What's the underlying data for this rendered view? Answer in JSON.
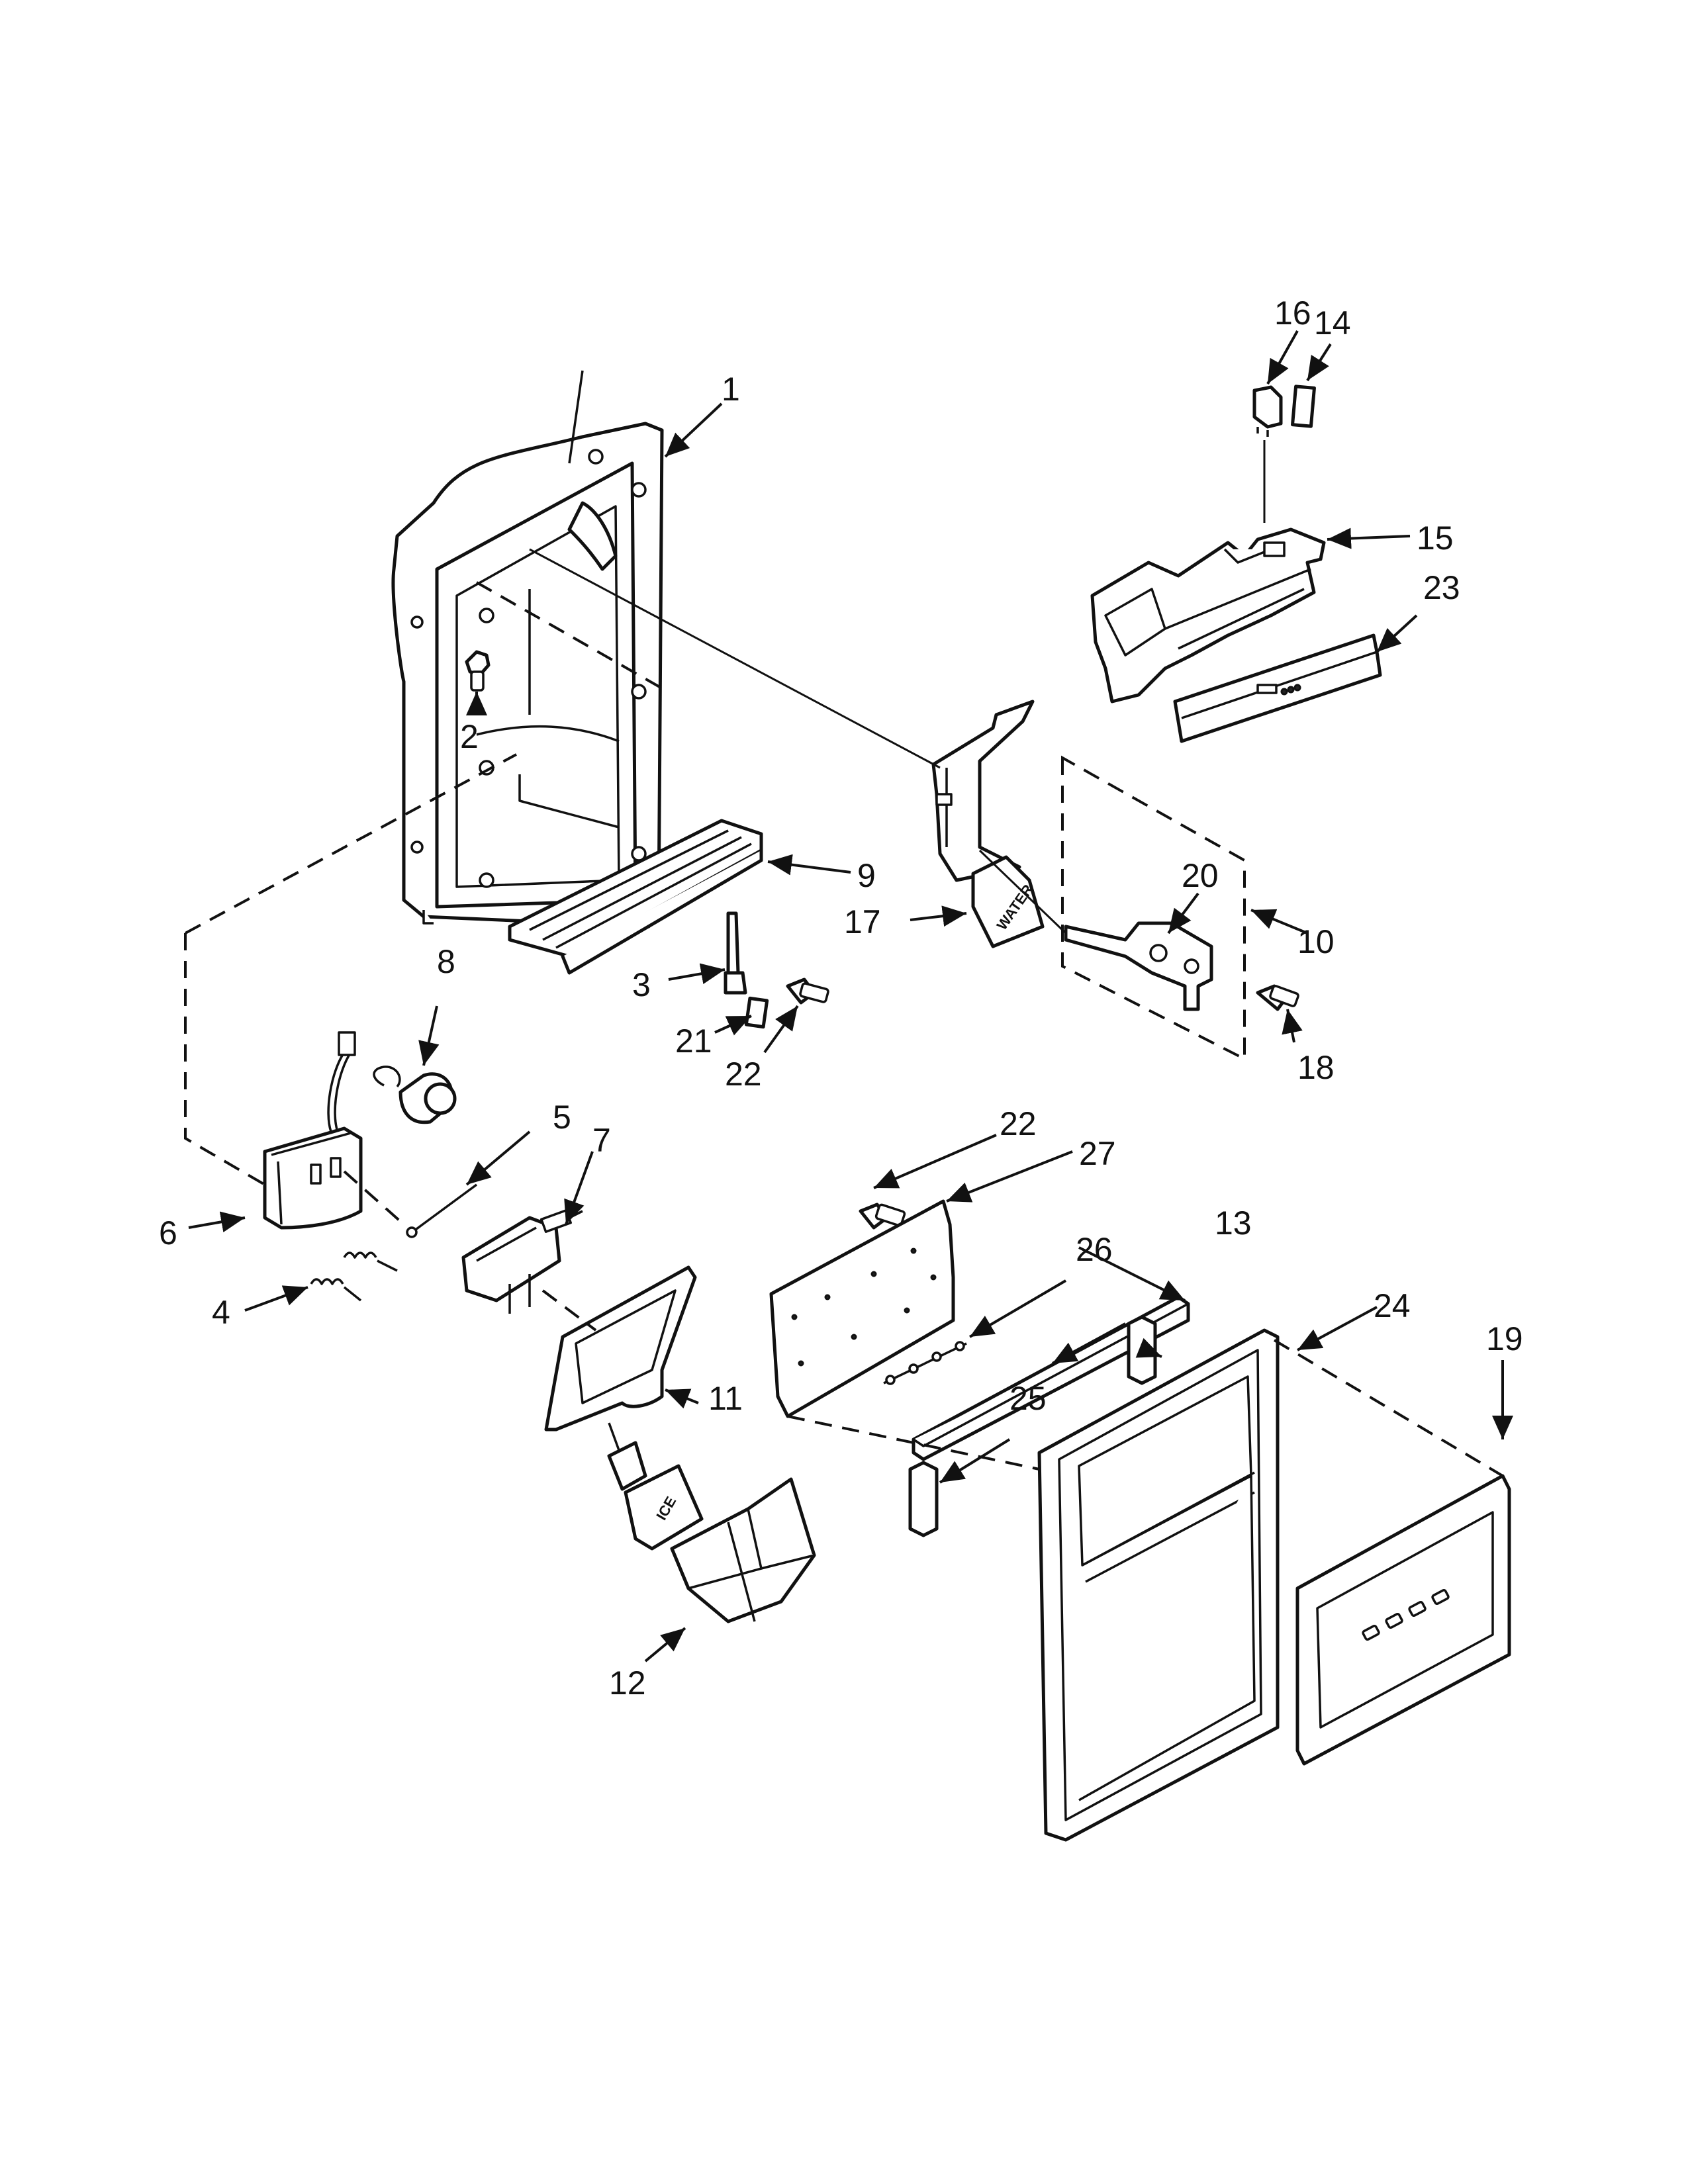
{
  "diagram": {
    "type": "exploded-parts-diagram",
    "callouts": [
      {
        "id": "c1",
        "label": "1"
      },
      {
        "id": "c2",
        "label": "2"
      },
      {
        "id": "c3",
        "label": "3"
      },
      {
        "id": "c4",
        "label": "4"
      },
      {
        "id": "c5",
        "label": "5"
      },
      {
        "id": "c6",
        "label": "6"
      },
      {
        "id": "c7",
        "label": "7"
      },
      {
        "id": "c8",
        "label": "8"
      },
      {
        "id": "c9",
        "label": "9"
      },
      {
        "id": "c10",
        "label": "10"
      },
      {
        "id": "c11",
        "label": "11"
      },
      {
        "id": "c12",
        "label": "12"
      },
      {
        "id": "c13",
        "label": "13"
      },
      {
        "id": "c14",
        "label": "14"
      },
      {
        "id": "c15",
        "label": "15"
      },
      {
        "id": "c16",
        "label": "16"
      },
      {
        "id": "c17",
        "label": "17"
      },
      {
        "id": "c18",
        "label": "18"
      },
      {
        "id": "c19",
        "label": "19"
      },
      {
        "id": "c20",
        "label": "20"
      },
      {
        "id": "c21",
        "label": "21"
      },
      {
        "id": "c22a",
        "label": "22"
      },
      {
        "id": "c22b",
        "label": "22"
      },
      {
        "id": "c23",
        "label": "23"
      },
      {
        "id": "c24",
        "label": "24"
      },
      {
        "id": "c25",
        "label": "25"
      },
      {
        "id": "c26",
        "label": "26"
      },
      {
        "id": "c27",
        "label": "27"
      }
    ],
    "embossed_text": {
      "water_paddle": "WATER",
      "ice_paddle": "ICE"
    }
  }
}
